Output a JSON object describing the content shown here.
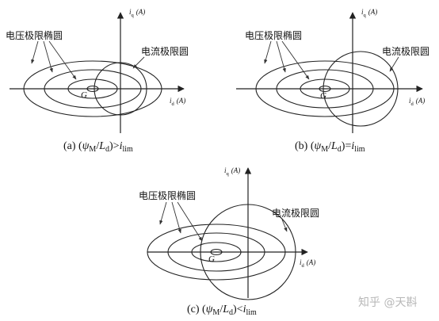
{
  "panels": [
    {
      "id": "a",
      "voltage_label": "电压极限椭圆",
      "current_label": "电流极限圆",
      "axis_y": "i",
      "axis_y_sub": "q",
      "axis_y_unit": "(A)",
      "axis_x": "i",
      "axis_x_sub": "d",
      "axis_x_unit": "(A)",
      "center_label": "G",
      "caption": {
        "prefix": "(a)  (",
        "psi": "ψ",
        "psi_sub": "M",
        "slash": "/",
        "L": "L",
        "L_sub": "d",
        "rel": ")>",
        "i": "i",
        "i_sub": "lim"
      }
    },
    {
      "id": "b",
      "voltage_label": "电压极限椭圆",
      "current_label": "电流极限圆",
      "axis_y": "i",
      "axis_y_sub": "q",
      "axis_y_unit": "(A)",
      "axis_x": "i",
      "axis_x_sub": "d",
      "axis_x_unit": "(A)",
      "center_label": "G",
      "caption": {
        "prefix": "(b)  (",
        "psi": "ψ",
        "psi_sub": "M",
        "slash": "/",
        "L": "L",
        "L_sub": "d",
        "rel": ")=",
        "i": "i",
        "i_sub": "lim"
      }
    },
    {
      "id": "c",
      "voltage_label": "电压极限椭圆",
      "current_label": "电流极限圆",
      "axis_y": "i",
      "axis_y_sub": "q",
      "axis_y_unit": "(A)",
      "axis_x": "i",
      "axis_x_sub": "d",
      "axis_x_unit": "(A)",
      "center_label": "G",
      "caption": {
        "prefix": "(c)  (",
        "psi": "ψ",
        "psi_sub": "M",
        "slash": "/",
        "L": "L",
        "L_sub": "d",
        "rel": ")<",
        "i": "i",
        "i_sub": "lim"
      }
    }
  ],
  "watermark": "知乎 @天斟"
}
